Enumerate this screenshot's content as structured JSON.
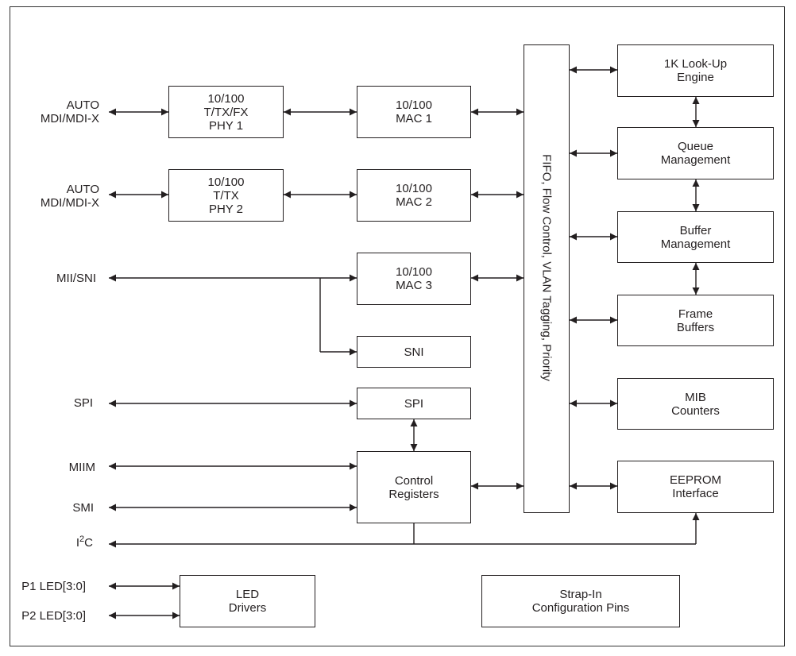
{
  "ports": {
    "auto1": [
      "AUTO",
      "MDI/MDI-X"
    ],
    "auto2": [
      "AUTO",
      "MDI/MDI-X"
    ],
    "mii": "MII/SNI",
    "spi": "SPI",
    "miim": "MIIM",
    "smi": "SMI",
    "i2c": {
      "base1": "I",
      "sup": "2",
      "base2": "C"
    },
    "p1led": "P1 LED[3:0]",
    "p2led": "P2 LED[3:0]"
  },
  "blocks": {
    "phy1": [
      "10/100",
      "T/TX/FX",
      "PHY 1"
    ],
    "phy2": [
      "10/100",
      "T/TX",
      "PHY 2"
    ],
    "mac1": [
      "10/100",
      "MAC 1"
    ],
    "mac2": [
      "10/100",
      "MAC 2"
    ],
    "mac3": [
      "10/100",
      "MAC 3"
    ],
    "sni": "SNI",
    "spi": "SPI",
    "control": [
      "Control",
      "Registers"
    ],
    "fifo": "FIFO, Flow Control, VLAN Tagging, Priority",
    "lookup": [
      "1K Look-Up",
      "Engine"
    ],
    "queue": [
      "Queue",
      "Management"
    ],
    "buffer": [
      "Buffer",
      "Management"
    ],
    "frame": [
      "Frame",
      "Buffers"
    ],
    "mib": [
      "MIB",
      "Counters"
    ],
    "eeprom": [
      "EEPROM",
      "Interface"
    ],
    "led": [
      "LED",
      "Drivers"
    ],
    "strap": [
      "Strap-In",
      "Configuration Pins"
    ]
  }
}
